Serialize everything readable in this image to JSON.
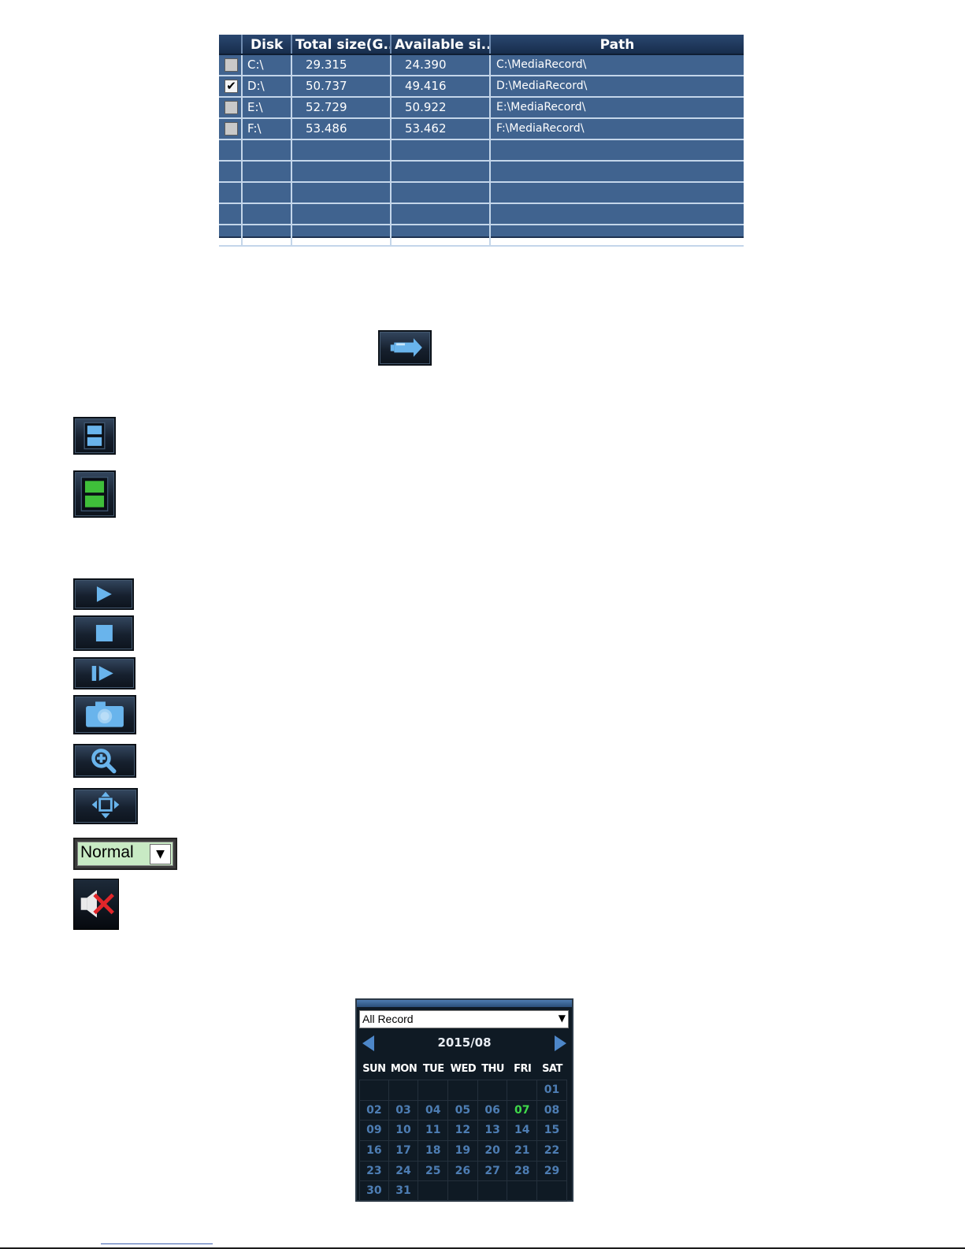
{
  "disk_table": {
    "headers": [
      "Disk",
      "Total size(G...",
      "Available si...",
      "Path"
    ],
    "rows": [
      {
        "checked": false,
        "disk": "C:\\",
        "total": "29.315",
        "available": "24.390",
        "path": "C:\\MediaRecord\\"
      },
      {
        "checked": true,
        "disk": "D:\\",
        "total": "50.737",
        "available": "49.416",
        "path": "D:\\MediaRecord\\"
      },
      {
        "checked": false,
        "disk": "E:\\",
        "total": "52.729",
        "available": "50.922",
        "path": "E:\\MediaRecord\\"
      },
      {
        "checked": false,
        "disk": "F:\\",
        "total": "53.486",
        "available": "53.462",
        "path": "F:\\MediaRecord\\"
      }
    ],
    "empty_rows": 5,
    "check_mark": "✔"
  },
  "icons": {
    "camera": "camera-arrow-icon",
    "layout_normal": "split-layout-icon",
    "layout_active": "split-layout-active-icon",
    "play": "play-icon",
    "stop": "stop-icon",
    "step": "step-forward-icon",
    "snapshot": "snapshot-camera-icon",
    "zoom": "zoom-in-icon",
    "ptz": "ptz-move-icon",
    "mute": "speaker-muted-icon"
  },
  "colors": {
    "table_bg": "#40638f",
    "icon_blue": "#69b4ec",
    "active_green": "#3fbf3a",
    "speed_bg": "#c8eac4",
    "mute_red": "#e0262a",
    "calendar_today": "#3fd94a",
    "calendar_day": "#4d7db3"
  },
  "speed_select": {
    "value": "Normal",
    "arrow": "▼"
  },
  "calendar": {
    "filter_value": "All Record",
    "filter_arrow": "▼",
    "month": "2015/08",
    "weekdays": [
      "SUN",
      "MON",
      "TUE",
      "WED",
      "THU",
      "FRI",
      "SAT"
    ],
    "weeks": [
      [
        "",
        "",
        "",
        "",
        "",
        "",
        "01"
      ],
      [
        "02",
        "03",
        "04",
        "05",
        "06",
        "07",
        "08"
      ],
      [
        "09",
        "10",
        "11",
        "12",
        "13",
        "14",
        "15"
      ],
      [
        "16",
        "17",
        "18",
        "19",
        "20",
        "21",
        "22"
      ],
      [
        "23",
        "24",
        "25",
        "26",
        "27",
        "28",
        "29"
      ],
      [
        "30",
        "31",
        "",
        "",
        "",
        "",
        ""
      ]
    ],
    "today": "07"
  }
}
